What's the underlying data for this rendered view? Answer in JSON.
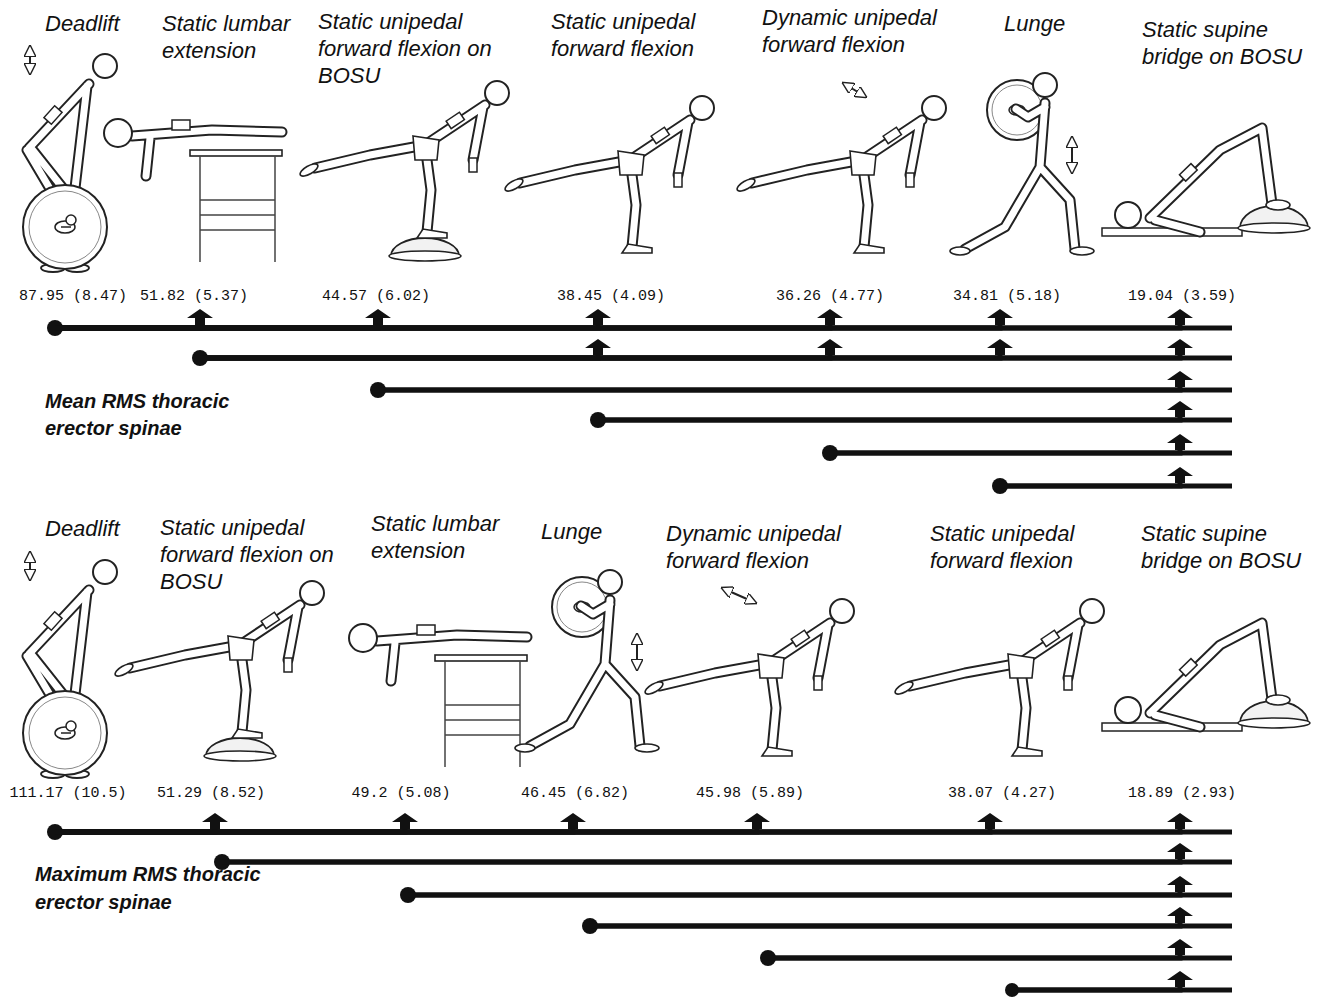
{
  "diagram": {
    "nodes": [
      {
        "text": [
          "Deadlift",
          "87.95 (8.47)"
        ]
      },
      {
        "text": [
          "Static lumbar extension",
          "51.82 (5.37)"
        ]
      },
      {
        "text": [
          "Static unipedal forward flexion on BOSU",
          "44.57 (6.02)"
        ]
      },
      {
        "text": [
          "Static unipedal forward flexion",
          "38.45 (4.09)"
        ]
      },
      {
        "text": [
          "Dynamic unipedal forward flexion",
          "36.26 (4.77)"
        ]
      },
      {
        "text": [
          "Lunge",
          "34.81 (5.18)"
        ]
      },
      {
        "text": [
          "Static supine bridge on BOSU",
          "19.04 (3.59)"
        ]
      },
      {
        "text": [
          "Deadlift",
          "111.17 (10.5)"
        ]
      },
      {
        "text": [
          "Static unipedal forward flexion on BOSU",
          "51.29 (8.52)"
        ]
      },
      {
        "text": [
          "Static lumbar extension",
          "49.2 (5.08)"
        ]
      },
      {
        "text": [
          "Lunge",
          "46.45 (6.82)"
        ]
      },
      {
        "text": [
          "Dynamic unipedal forward flexion",
          "45.98 (5.89)"
        ]
      },
      {
        "text": [
          "Static unipedal forward flexion",
          "38.07 (4.27)"
        ]
      },
      {
        "text": [
          "Static supine bridge on BOSU",
          "18.89 (2.93)"
        ]
      }
    ],
    "edges": [
      {
        "from": 0,
        "to": 1,
        "arrow": "to"
      },
      {
        "from": 0,
        "to": 2,
        "arrow": "to"
      },
      {
        "from": 0,
        "to": 3,
        "arrow": "to"
      },
      {
        "from": 0,
        "to": 4,
        "arrow": "to"
      },
      {
        "from": 0,
        "to": 5,
        "arrow": "to"
      },
      {
        "from": 0,
        "to": 6,
        "arrow": "to"
      },
      {
        "from": 1,
        "to": 3,
        "arrow": "to"
      },
      {
        "from": 1,
        "to": 4,
        "arrow": "to"
      },
      {
        "from": 1,
        "to": 5,
        "arrow": "to"
      },
      {
        "from": 1,
        "to": 6,
        "arrow": "to"
      },
      {
        "from": 2,
        "to": 6,
        "arrow": "to"
      },
      {
        "from": 3,
        "to": 6,
        "arrow": "to"
      },
      {
        "from": 4,
        "to": 6,
        "arrow": "to"
      },
      {
        "from": 5,
        "to": 6,
        "arrow": "to"
      },
      {
        "from": 7,
        "to": 8,
        "arrow": "to"
      },
      {
        "from": 7,
        "to": 9,
        "arrow": "to"
      },
      {
        "from": 7,
        "to": 10,
        "arrow": "to"
      },
      {
        "from": 7,
        "to": 11,
        "arrow": "to"
      },
      {
        "from": 7,
        "to": 12,
        "arrow": "to"
      },
      {
        "from": 7,
        "to": 13,
        "arrow": "to"
      },
      {
        "from": 8,
        "to": 13,
        "arrow": "to"
      },
      {
        "from": 9,
        "to": 13,
        "arrow": "to"
      },
      {
        "from": 10,
        "to": 13,
        "arrow": "to"
      },
      {
        "from": 11,
        "to": 13,
        "arrow": "to"
      },
      {
        "from": 12,
        "to": 13,
        "arrow": "to"
      }
    ],
    "labels": [
      "Mean RMS thoracic erector spinae",
      "Maximum RMS thoracic erector spinae"
    ]
  }
}
